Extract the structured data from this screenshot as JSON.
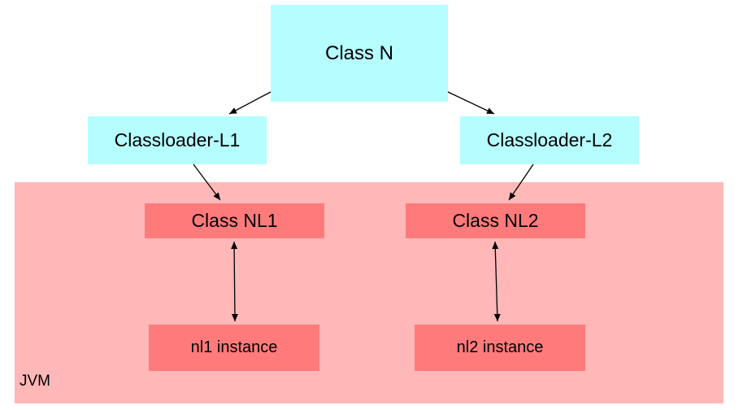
{
  "nodes": {
    "class_n": "Class N",
    "classloader_l1": "Classloader-L1",
    "classloader_l2": "Classloader-L2",
    "class_nl1": "Class NL1",
    "class_nl2": "Class NL2",
    "nl1_instance": "nl1 instance",
    "nl2_instance": "nl2 instance"
  },
  "region": {
    "jvm_label": "JVM"
  },
  "colors": {
    "classloader_fill": "#b5fdff",
    "jvm_region_fill": "#ffb7b7",
    "class_fill": "#ff7b7b"
  }
}
